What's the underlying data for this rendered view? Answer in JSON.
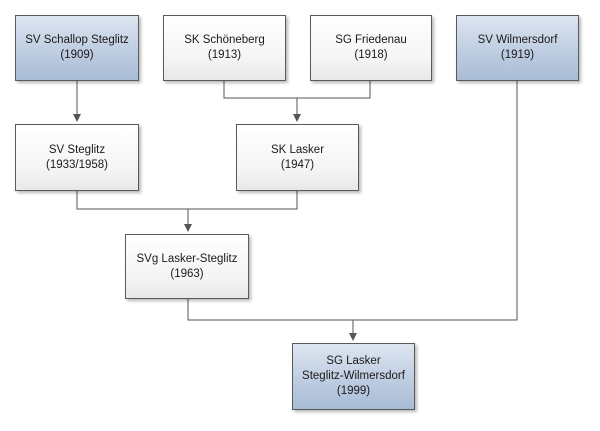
{
  "colors": {
    "highlight_fill": "#bccbe0",
    "plain_fill": "#f4f4f4",
    "border": "#5a5a5a",
    "connector": "#555555"
  },
  "nodes": {
    "schallop": {
      "name": "SV  Schallop Steglitz",
      "year": "(1909)"
    },
    "schoeneberg": {
      "name": "SK Schöneberg",
      "year": "(1913)"
    },
    "friedenau": {
      "name": "SG Friedenau",
      "year": "(1918)"
    },
    "wilmersdorf": {
      "name": "SV  Wilmersdorf",
      "year": "(1919)"
    },
    "steglitz": {
      "name": "SV  Steglitz",
      "year": "(1933/1958)"
    },
    "lasker": {
      "name": "SK Lasker",
      "year": "(1947)"
    },
    "lasker_steglitz": {
      "name": "SVg Lasker-Steglitz",
      "year": "(1963)"
    },
    "final": {
      "line1": "SG Lasker",
      "line2": "Steglitz-Wilmersdorf",
      "year": "(1999)"
    }
  },
  "connections": [
    {
      "from": [
        "schallop"
      ],
      "to": "steglitz"
    },
    {
      "from": [
        "schoeneberg",
        "friedenau"
      ],
      "to": "lasker"
    },
    {
      "from": [
        "steglitz",
        "lasker"
      ],
      "to": "lasker_steglitz"
    },
    {
      "from": [
        "lasker_steglitz",
        "wilmersdorf"
      ],
      "to": "final"
    }
  ]
}
